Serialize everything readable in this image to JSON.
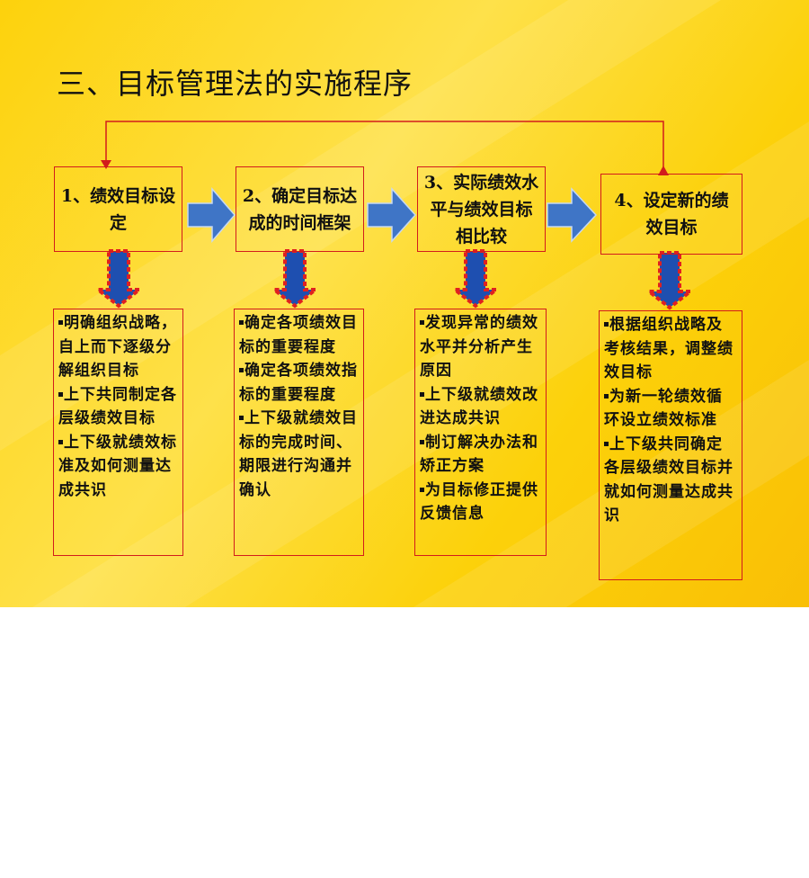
{
  "title": "三、目标管理法的实施程序",
  "colors": {
    "box_border": "#d21c1c",
    "arrow_fill": "#3f75c6",
    "arrow_stroke": "#c6d8f2",
    "down_arrow_fill": "#1e4fb0",
    "down_arrow_dash": "#e02020",
    "feedback_line": "#d21c1c"
  },
  "steps": [
    {
      "label": "1、绩效目标设定"
    },
    {
      "label": "2、确定目标达成的时间框架"
    },
    {
      "label": "3、实际绩效水平与绩效目标相比较"
    },
    {
      "label": "4、设定新的绩效目标"
    }
  ],
  "details": [
    {
      "items": [
        "明确组织战略，自上而下逐级分解组织目标",
        "上下共同制定各层级绩效目标",
        "上下级就绩效标准及如何测量达成共识"
      ]
    },
    {
      "items": [
        "确定各项绩效目标的重要程度",
        "确定各项绩效指标的重要程度",
        "上下级就绩效目标的完成时间、期限进行沟通并确认"
      ]
    },
    {
      "items": [
        "发现异常的绩效水平并分析产生原因",
        "上下级就绩效改进达成共识",
        "制订解决办法和矫正方案",
        "为目标修正提供反馈信息"
      ]
    },
    {
      "items": [
        "根据组织战略及考核结果，调整绩效目标",
        "为新一轮绩效循环设立绩效标准",
        "上下级共同确定各层级绩效目标并就如何测量达成共识"
      ]
    }
  ]
}
